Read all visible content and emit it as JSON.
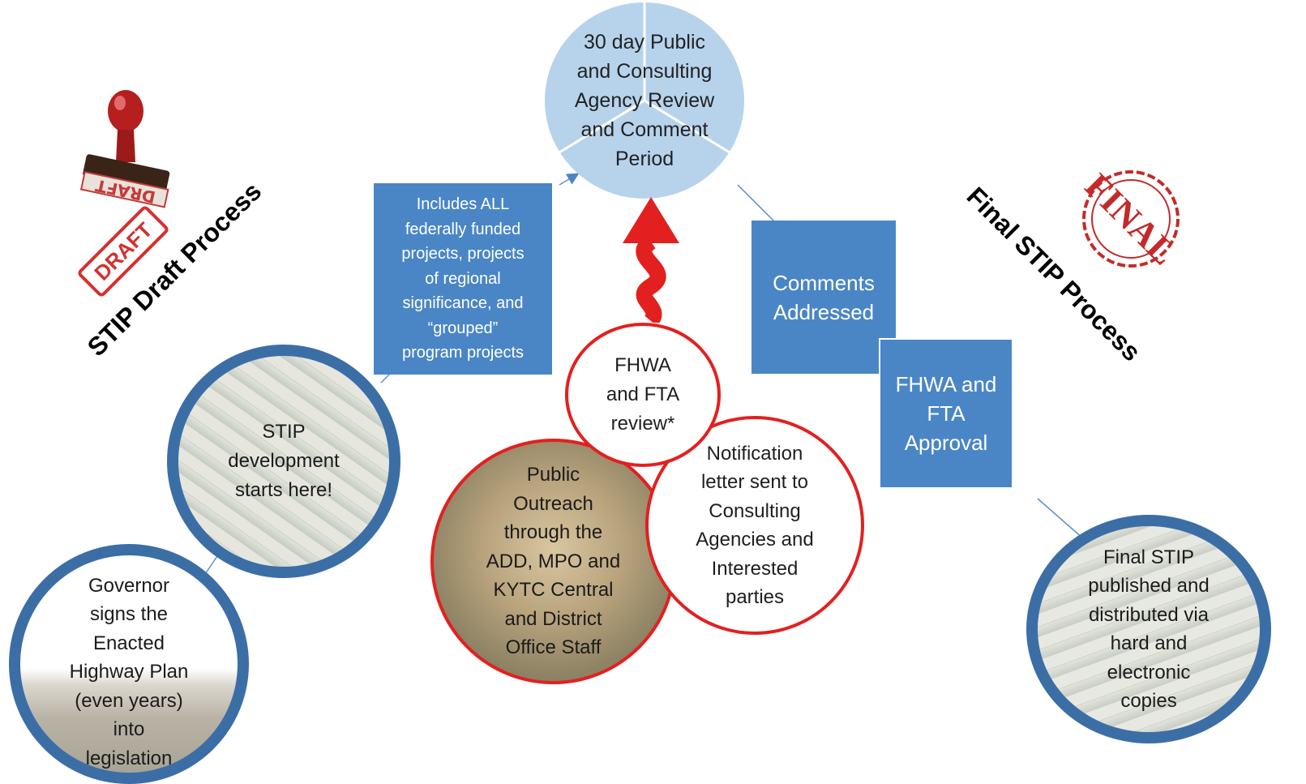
{
  "steps": {
    "public_review": "30 day Public\nand Consulting\nAgency Review\nand Comment\nPeriod",
    "includes": "Includes ALL\nfederally funded\nprojects, projects\nof regional\nsignificance, and\n“grouped”\nprogram projects",
    "comments": "Comments\nAddressed",
    "approval": "FHWA and\nFTA\nApproval",
    "fhwa_review": "FHWA\nand FTA\nreview*",
    "notification": "Notification\nletter sent to\nConsulting\nAgencies and\nInterested\nparties",
    "public_outreach": "Public\nOutreach\nthrough the\nADD, MPO and\nKYTC Central\nand District\nOffice Staff",
    "stip_start": "STIP\ndevelopment\nstarts here!",
    "governor": "Governor\nsigns the\nEnacted\nHighway Plan\n(even years)\ninto\nlegislation",
    "final_stip": "Final STIP\npublished and\ndistributed via\nhard and\nelectronic\ncopies"
  },
  "headings": {
    "draft_process": "STIP Draft Process",
    "final_process": "Final STIP Process"
  },
  "stamps": {
    "draft": "DRAFT",
    "draft_mirror": "DRAFT",
    "final": "FINAL"
  },
  "colors": {
    "box_blue": "#4a86c5",
    "circle_border_blue": "#3c6ea6",
    "review_circle": "#b7d3ec",
    "red": "#e32020"
  },
  "icons": [
    "rubber-stamp-icon",
    "draft-stamp-icon",
    "final-stamp-icon",
    "squiggle-arrow-icon"
  ]
}
